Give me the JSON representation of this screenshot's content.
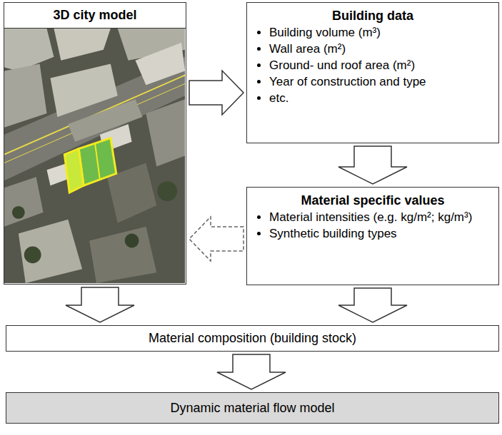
{
  "diagram": {
    "nodes": [
      {
        "text": [
          "3D city model"
        ]
      },
      {
        "text": [
          "Building data",
          "Building volume (m³)",
          "Wall area (m²)",
          "Ground- und roof area (m²)",
          "Year of construction and type",
          "etc."
        ]
      },
      {
        "text": [
          "Material specific values",
          "Material intensities (e.g. kg/m²; kg/m³)",
          "Synthetic building types"
        ]
      },
      {
        "text": [
          "Material composition (building stock)"
        ]
      },
      {
        "text": [
          "Dynamic material flow model"
        ]
      }
    ],
    "edges": [
      {
        "from": 0,
        "to": 1,
        "arrow": "to"
      },
      {
        "from": 1,
        "to": 2,
        "arrow": "to"
      },
      {
        "from": 2,
        "to": 0,
        "arrow": "to"
      },
      {
        "from": 0,
        "to": 3,
        "arrow": "to"
      },
      {
        "from": 2,
        "to": 3,
        "arrow": "to"
      },
      {
        "from": 3,
        "to": 4,
        "arrow": "to"
      }
    ]
  }
}
